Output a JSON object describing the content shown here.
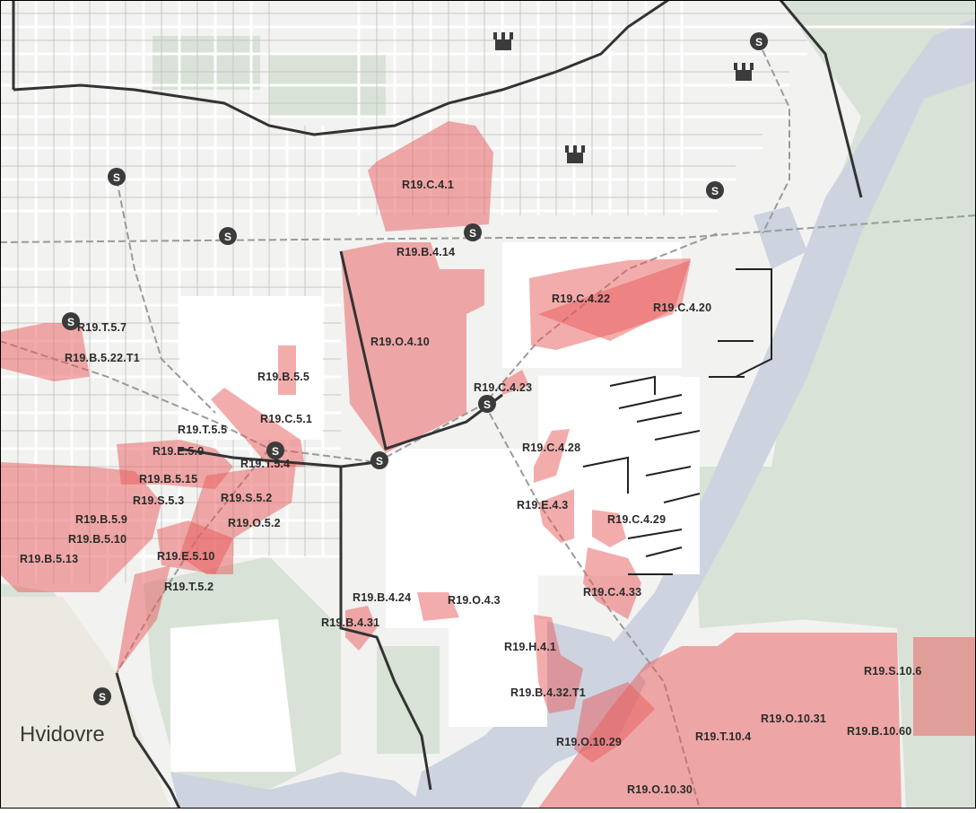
{
  "map": {
    "place_label": "Hvidovre",
    "colors": {
      "background": "#f2f2f0",
      "street_block": "#ffffff",
      "park": "#d9e2d6",
      "water": "#cdd3df",
      "zone": "#e85a5a",
      "zone_opacity": 0.5,
      "border": "#333333",
      "airfield": "#ece9e0"
    },
    "zone_labels": [
      "R19.C.4.1",
      "R19.B.4.14",
      "R19.C.4.22",
      "R19.C.4.20",
      "R19.T.5.7",
      "R19.B.5.22.T1",
      "R19.O.4.10",
      "R19.B.5.5",
      "R19.C.4.23",
      "R19.C.5.1",
      "R19.T.5.5",
      "R19.E.5.9",
      "R19.T.5.4",
      "R19.B.5.15",
      "R19.S.5.3",
      "R19.S.5.2",
      "R19.B.5.9",
      "R19.O.5.2",
      "R19.B.5.10",
      "R19.B.5.13",
      "R19.E.5.10",
      "R19.T.5.2",
      "R19.C.4.28",
      "R19.E.4.3",
      "R19.C.4.29",
      "R19.C.4.33",
      "R19.B.4.24",
      "R19.O.4.3",
      "R19.B.4.31",
      "R19.H.4.1",
      "R19.B.4.32.T1",
      "R19.O.10.29",
      "R19.T.10.4",
      "R19.O.10.31",
      "R19.B.10.60",
      "R19.S.10.6",
      "R19.O.10.30"
    ],
    "station_icon": "s-train-station-icon",
    "metro_icon": "metro-station-icon"
  }
}
